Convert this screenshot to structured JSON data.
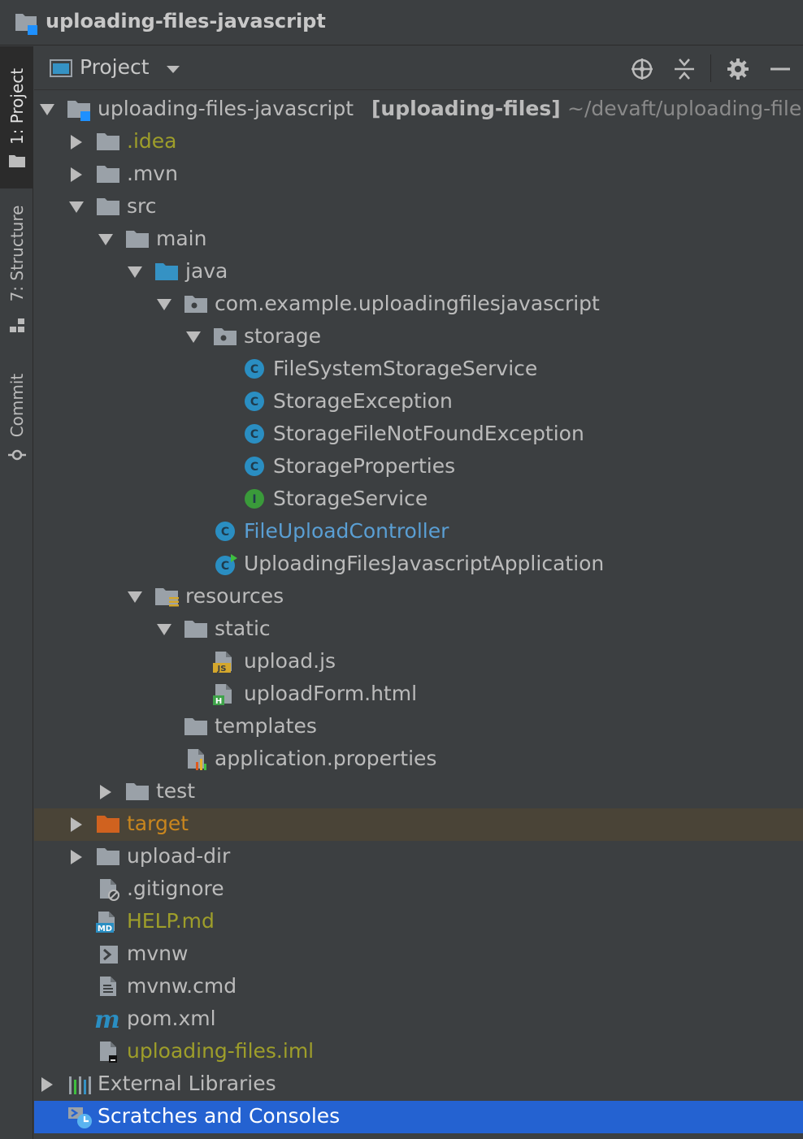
{
  "window": {
    "title": "uploading-files-javascript"
  },
  "sidebar": {
    "tabs": [
      {
        "label": "1: Project",
        "active": true
      },
      {
        "label": "7: Structure",
        "active": false
      },
      {
        "label": "Commit",
        "active": false
      }
    ]
  },
  "panel": {
    "title": "Project"
  },
  "colors": {
    "background": "#3c3f41",
    "selection": "#2462d1",
    "target_highlight": "#4a4437",
    "folder": "#9aa1a8",
    "source_folder": "#3592c4",
    "excluded_folder": "#d0621f",
    "class_icon": "#2a8ec2",
    "interface_icon": "#3a9a3a",
    "modified_text": "#9e9e2a"
  },
  "tree": {
    "root": {
      "name": "uploading-files-javascript",
      "module": "[uploading-files]",
      "path": "~/devaft/uploading-file"
    },
    "items": [
      {
        "label": ".idea"
      },
      {
        "label": ".mvn"
      },
      {
        "label": "src"
      },
      {
        "label": "main"
      },
      {
        "label": "java"
      },
      {
        "label": "com.example.uploadingfilesjavascript"
      },
      {
        "label": "storage"
      },
      {
        "label": "FileSystemStorageService"
      },
      {
        "label": "StorageException"
      },
      {
        "label": "StorageFileNotFoundException"
      },
      {
        "label": "StorageProperties"
      },
      {
        "label": "StorageService"
      },
      {
        "label": "FileUploadController"
      },
      {
        "label": "UploadingFilesJavascriptApplication"
      },
      {
        "label": "resources"
      },
      {
        "label": "static"
      },
      {
        "label": "upload.js"
      },
      {
        "label": "uploadForm.html"
      },
      {
        "label": "templates"
      },
      {
        "label": "application.properties"
      },
      {
        "label": "test"
      },
      {
        "label": "target"
      },
      {
        "label": "upload-dir"
      },
      {
        "label": ".gitignore"
      },
      {
        "label": "HELP.md"
      },
      {
        "label": "mvnw"
      },
      {
        "label": "mvnw.cmd"
      },
      {
        "label": "pom.xml"
      },
      {
        "label": "uploading-files.iml"
      },
      {
        "label": "External Libraries"
      },
      {
        "label": "Scratches and Consoles"
      }
    ]
  },
  "icons": {
    "class_letter": "C",
    "interface_letter": "I",
    "js_badge": "JS",
    "html_badge": "H",
    "md_badge": "MD",
    "maven_glyph": "m"
  }
}
